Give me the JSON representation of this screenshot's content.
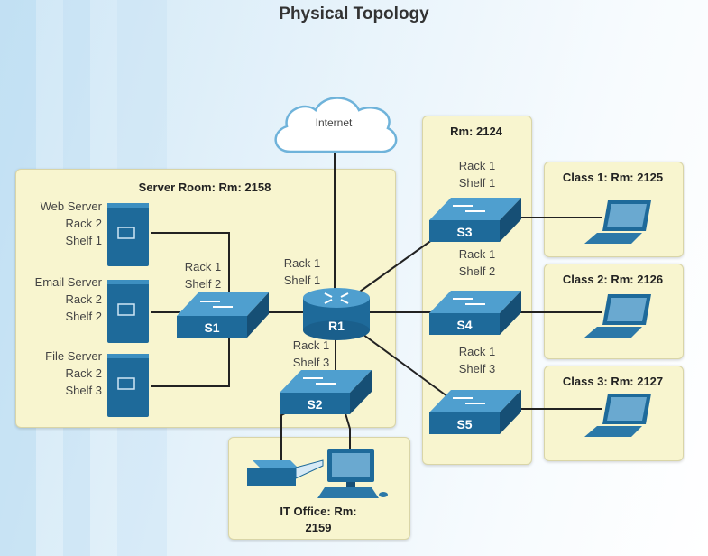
{
  "title": "Physical Topology",
  "internet": {
    "label": "Internet"
  },
  "server_room": {
    "title": "Server Room: Rm: 2158",
    "servers": [
      {
        "name": "Web Server",
        "rack": "Rack 2",
        "shelf": "Shelf 1"
      },
      {
        "name": "Email Server",
        "rack": "Rack 2",
        "shelf": "Shelf 2"
      },
      {
        "name": "File Server",
        "rack": "Rack 2",
        "shelf": "Shelf 3"
      }
    ],
    "s1": {
      "rack": "Rack 1",
      "shelf": "Shelf 2",
      "label": "S1"
    },
    "r1": {
      "rack": "Rack 1",
      "shelf": "Shelf 1",
      "label": "R1"
    },
    "s2": {
      "rack": "Rack 1",
      "shelf": "Shelf 3",
      "label": "S2"
    }
  },
  "wiring_closet": {
    "title": "Rm: 2124",
    "s3": {
      "rack": "Rack 1",
      "shelf": "Shelf 1",
      "label": "S3"
    },
    "s4": {
      "rack": "Rack 1",
      "shelf": "Shelf 2",
      "label": "S4"
    },
    "s5": {
      "rack": "Rack 1",
      "shelf": "Shelf 3",
      "label": "S5"
    }
  },
  "classrooms": [
    {
      "title": "Class 1: Rm: 2125"
    },
    {
      "title": "Class 2: Rm: 2126"
    },
    {
      "title": "Class 3: Rm: 2127"
    }
  ],
  "it_office": {
    "title_line1": "IT Office: Rm:",
    "title_line2": "2159"
  },
  "colors": {
    "device": "#1e6a9a",
    "device_top": "#3d8fc0",
    "room": "#f8f5cf",
    "link": "#222222"
  }
}
